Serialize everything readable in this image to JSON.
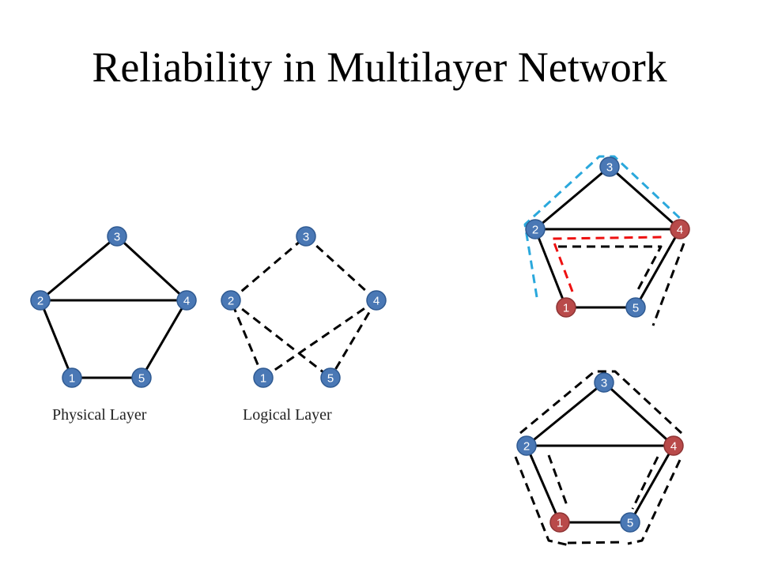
{
  "title": "Reliability in Multilayer Network",
  "captions": {
    "physical": "Physical Layer",
    "logical": "Logical Layer"
  },
  "colors": {
    "node_blue": "#4a78b5",
    "node_blue_stroke": "#2f5a92",
    "node_red": "#b94a4a",
    "node_red_stroke": "#8e3434",
    "dash_black": "#000000",
    "dash_red": "#ee1111",
    "dash_cyan": "#2aa8dc"
  },
  "physical_edges": [
    [
      "1",
      "2"
    ],
    [
      "2",
      "3"
    ],
    [
      "3",
      "4"
    ],
    [
      "4",
      "5"
    ],
    [
      "5",
      "1"
    ],
    [
      "2",
      "4"
    ]
  ],
  "logical_edges": [
    [
      "2",
      "3"
    ],
    [
      "3",
      "4"
    ],
    [
      "2",
      "5"
    ],
    [
      "1",
      "4"
    ],
    [
      "1",
      "2"
    ],
    [
      "4",
      "5"
    ]
  ],
  "diagrams": {
    "physical": {
      "nodes": [
        "1",
        "2",
        "3",
        "4",
        "5"
      ],
      "failed": []
    },
    "logical": {
      "nodes": [
        "1",
        "2",
        "3",
        "4",
        "5"
      ],
      "failed": []
    },
    "scenario_a": {
      "nodes": [
        "1",
        "2",
        "3",
        "4",
        "5"
      ],
      "failed": [
        "1",
        "4"
      ]
    },
    "scenario_b": {
      "nodes": [
        "1",
        "2",
        "3",
        "4",
        "5"
      ],
      "failed": [
        "1",
        "4"
      ]
    }
  }
}
